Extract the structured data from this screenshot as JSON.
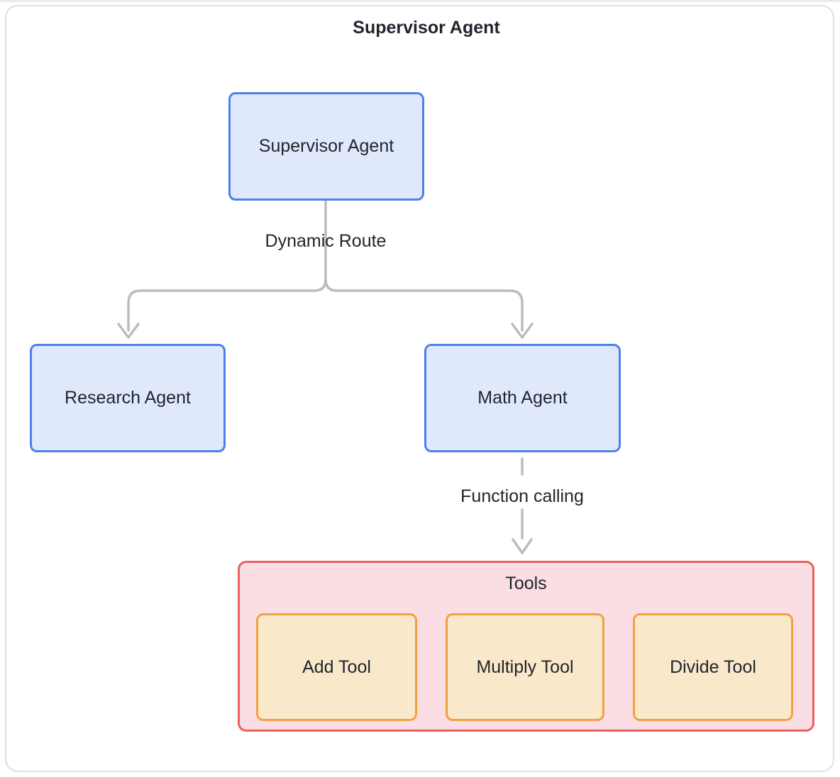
{
  "title": "Supervisor Agent",
  "nodes": {
    "supervisor": {
      "label": "Supervisor Agent"
    },
    "research": {
      "label": "Research Agent"
    },
    "math": {
      "label": "Math Agent"
    }
  },
  "edges": {
    "dynamic_route": {
      "label": "Dynamic Route"
    },
    "function_calling": {
      "label": "Function calling"
    }
  },
  "tools": {
    "label": "Tools",
    "items": [
      {
        "label": "Add Tool"
      },
      {
        "label": "Multiply Tool"
      },
      {
        "label": "Divide Tool"
      }
    ]
  },
  "colors": {
    "agent_fill": "#e0e8fc",
    "agent_border": "#4d7fee",
    "tools_fill": "#fbdee3",
    "tools_border": "#ee5e5e",
    "tool_fill": "#fae8cb",
    "tool_border": "#f0a240",
    "connector": "#b9bcc0",
    "text": "#1f242c",
    "card_border": "#dcdfe4"
  }
}
